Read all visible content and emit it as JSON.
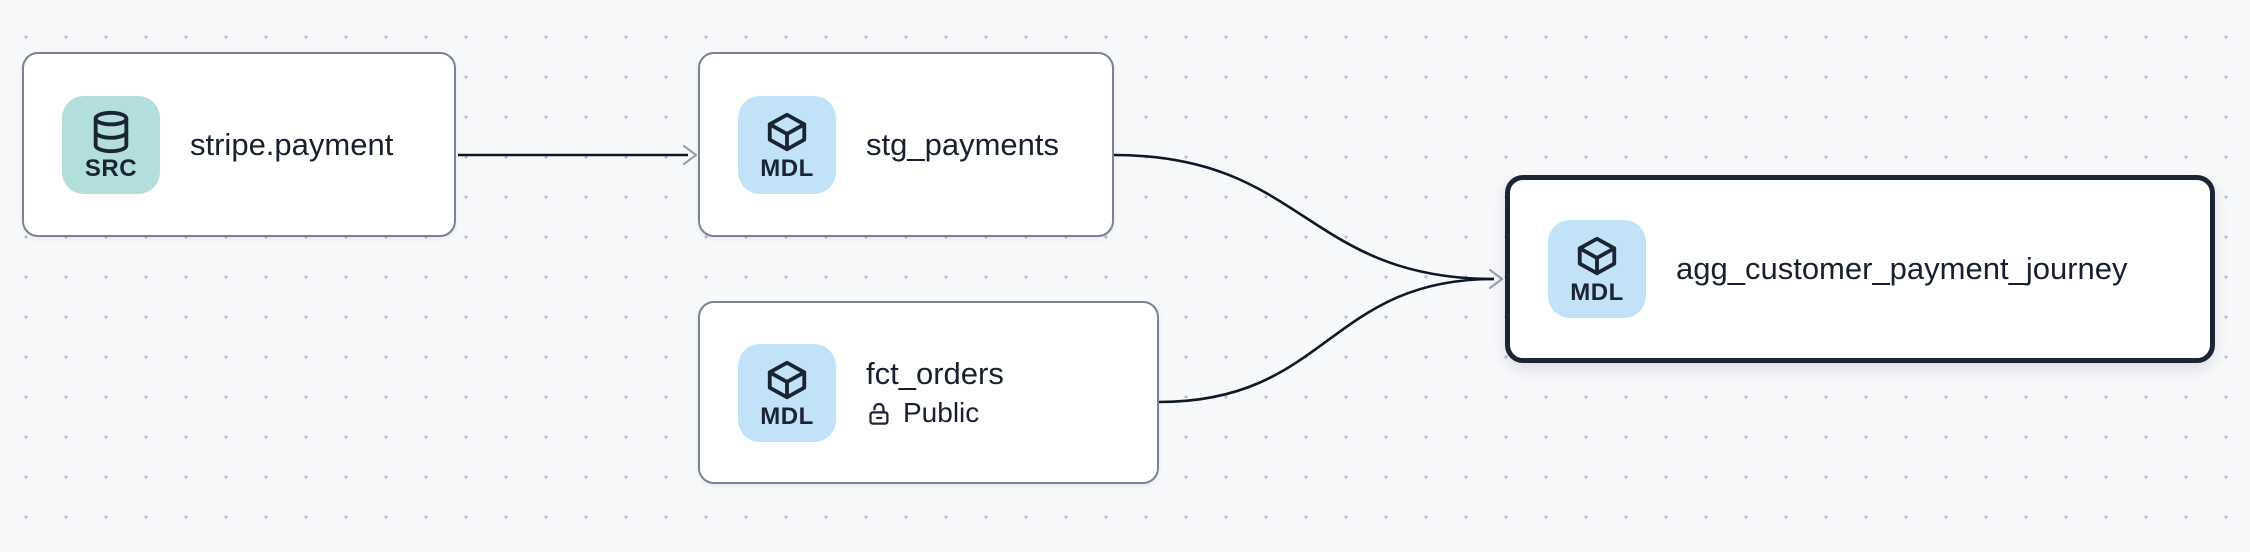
{
  "canvas": {
    "background_color": "#f7f8fa",
    "dot_color": "#b9bdc7",
    "edge_color": "#0f1827",
    "arrowhead_color": "#9aa0ac",
    "selected_border_color": "#1b2434",
    "normal_border_color": "#7a8294",
    "text_color": "#18202f",
    "source_badge_color": "#b2dedc",
    "model_badge_color": "#c2e2f8"
  },
  "nodes": [
    {
      "label": "stripe.payment",
      "badge": "SRC",
      "icon": "database-icon",
      "badge_color": "#b2dedc",
      "selected": false
    },
    {
      "label": "stg_payments",
      "badge": "MDL",
      "icon": "cube-icon",
      "badge_color": "#c2e2f8",
      "selected": false
    },
    {
      "label": "fct_orders",
      "badge": "MDL",
      "icon": "cube-icon",
      "badge_color": "#c2e2f8",
      "access_label": "Public",
      "access_icon": "lock-open-icon",
      "selected": false
    },
    {
      "label": "agg_customer_payment_journey",
      "badge": "MDL",
      "icon": "cube-icon",
      "badge_color": "#c2e2f8",
      "selected": true
    }
  ],
  "edges": [
    {
      "from": "stripe.payment",
      "to": "stg_payments"
    },
    {
      "from": "stg_payments",
      "to": "agg_customer_payment_journey"
    },
    {
      "from": "fct_orders",
      "to": "agg_customer_payment_journey"
    }
  ]
}
